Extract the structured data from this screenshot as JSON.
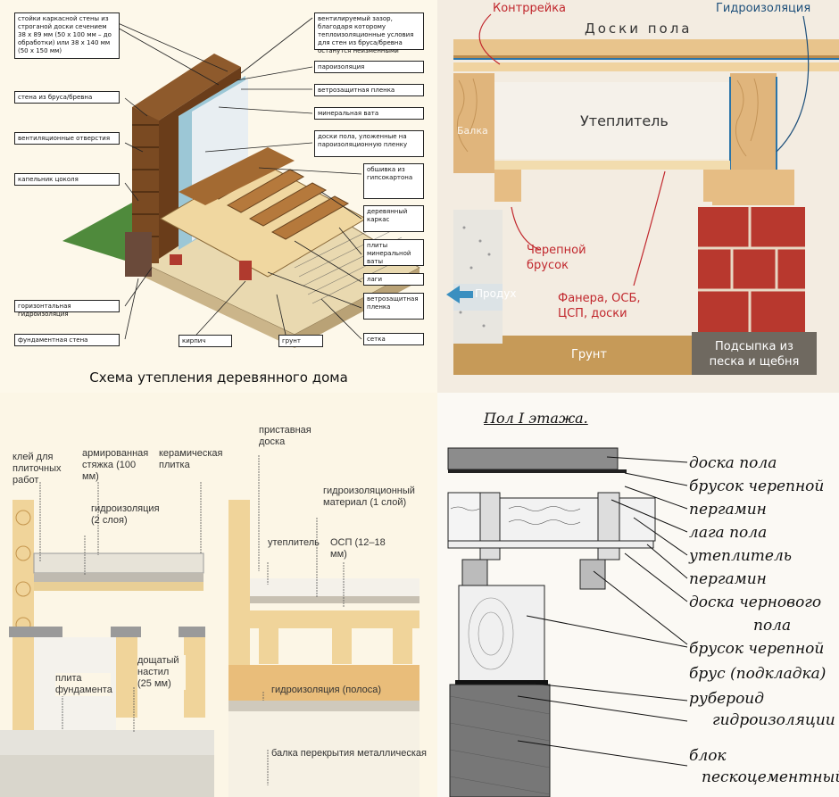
{
  "panel1": {
    "caption": "Схема утепления деревянного дома",
    "left_labels": [
      "стойки каркасной стены из строганой доски сечением 38 x 89 мм (50 x 100 мм – до обработки) или 38 x 140 мм (50 x 150 мм)",
      "стена из бруса/бревна",
      "вентиляционные отверстия",
      "капельник цоколя",
      "горизонтальная гидроизоляция",
      "фундаментная стена"
    ],
    "right_labels": [
      "вентилируемый зазор, благодаря которому теплоизоляционные условия для стен из бруса/бревна останутся неизменными",
      "пароизоляция",
      "ветрозащитная пленка",
      "минеральная вата",
      "доски пола, уложенные на пароизоляционную пленку",
      "обшивка из гипсокартона",
      "деревянный каркас",
      "плиты минеральной ваты",
      "лаги",
      "ветрозащитная пленка",
      "сетка"
    ],
    "bottom_labels": [
      "кирпич",
      "грунт"
    ]
  },
  "panel2": {
    "floor_boards": "Доски пола",
    "counter_batten": "Контррейка",
    "waterproofing": "Гидроизоляция",
    "insulation": "Утеплитель",
    "beam": "Балка",
    "cranial_bar": "Черепной брусок",
    "sheathing": "Фанера, ОСБ, ЦСП, доски",
    "vent": "Продух",
    "ground": "Грунт",
    "backfill": "Подсыпка из песка и щебня",
    "colors": {
      "accent": "#c1272d",
      "brick": "#b8382e",
      "wood": "#e2b87a"
    }
  },
  "panel3": {
    "labels": [
      "клей для плиточных работ",
      "армированная стяжка (100 мм)",
      "керамическая плитка",
      "гидроизоляция (2 слоя)",
      "плита фундамента",
      "дощатый настил (25 мм)",
      "приставная доска",
      "гидроизоляционный материал (1 слой)",
      "утеплитель",
      "ОСП (12–18 мм)",
      "гидроизоляция (полоса)",
      "балка перекрытия металлическая"
    ]
  },
  "panel4": {
    "title": "Пол I этажа.",
    "labels": [
      "доска пола",
      "брусок черепной",
      "пергамин",
      "лага пола",
      "утеплитель",
      "пергамин",
      "доска чернового",
      "пола",
      "брусок черепной",
      "брус (подкладка)",
      "рубероид",
      "гидроизоляции",
      "блок",
      "пескоцементный"
    ]
  }
}
